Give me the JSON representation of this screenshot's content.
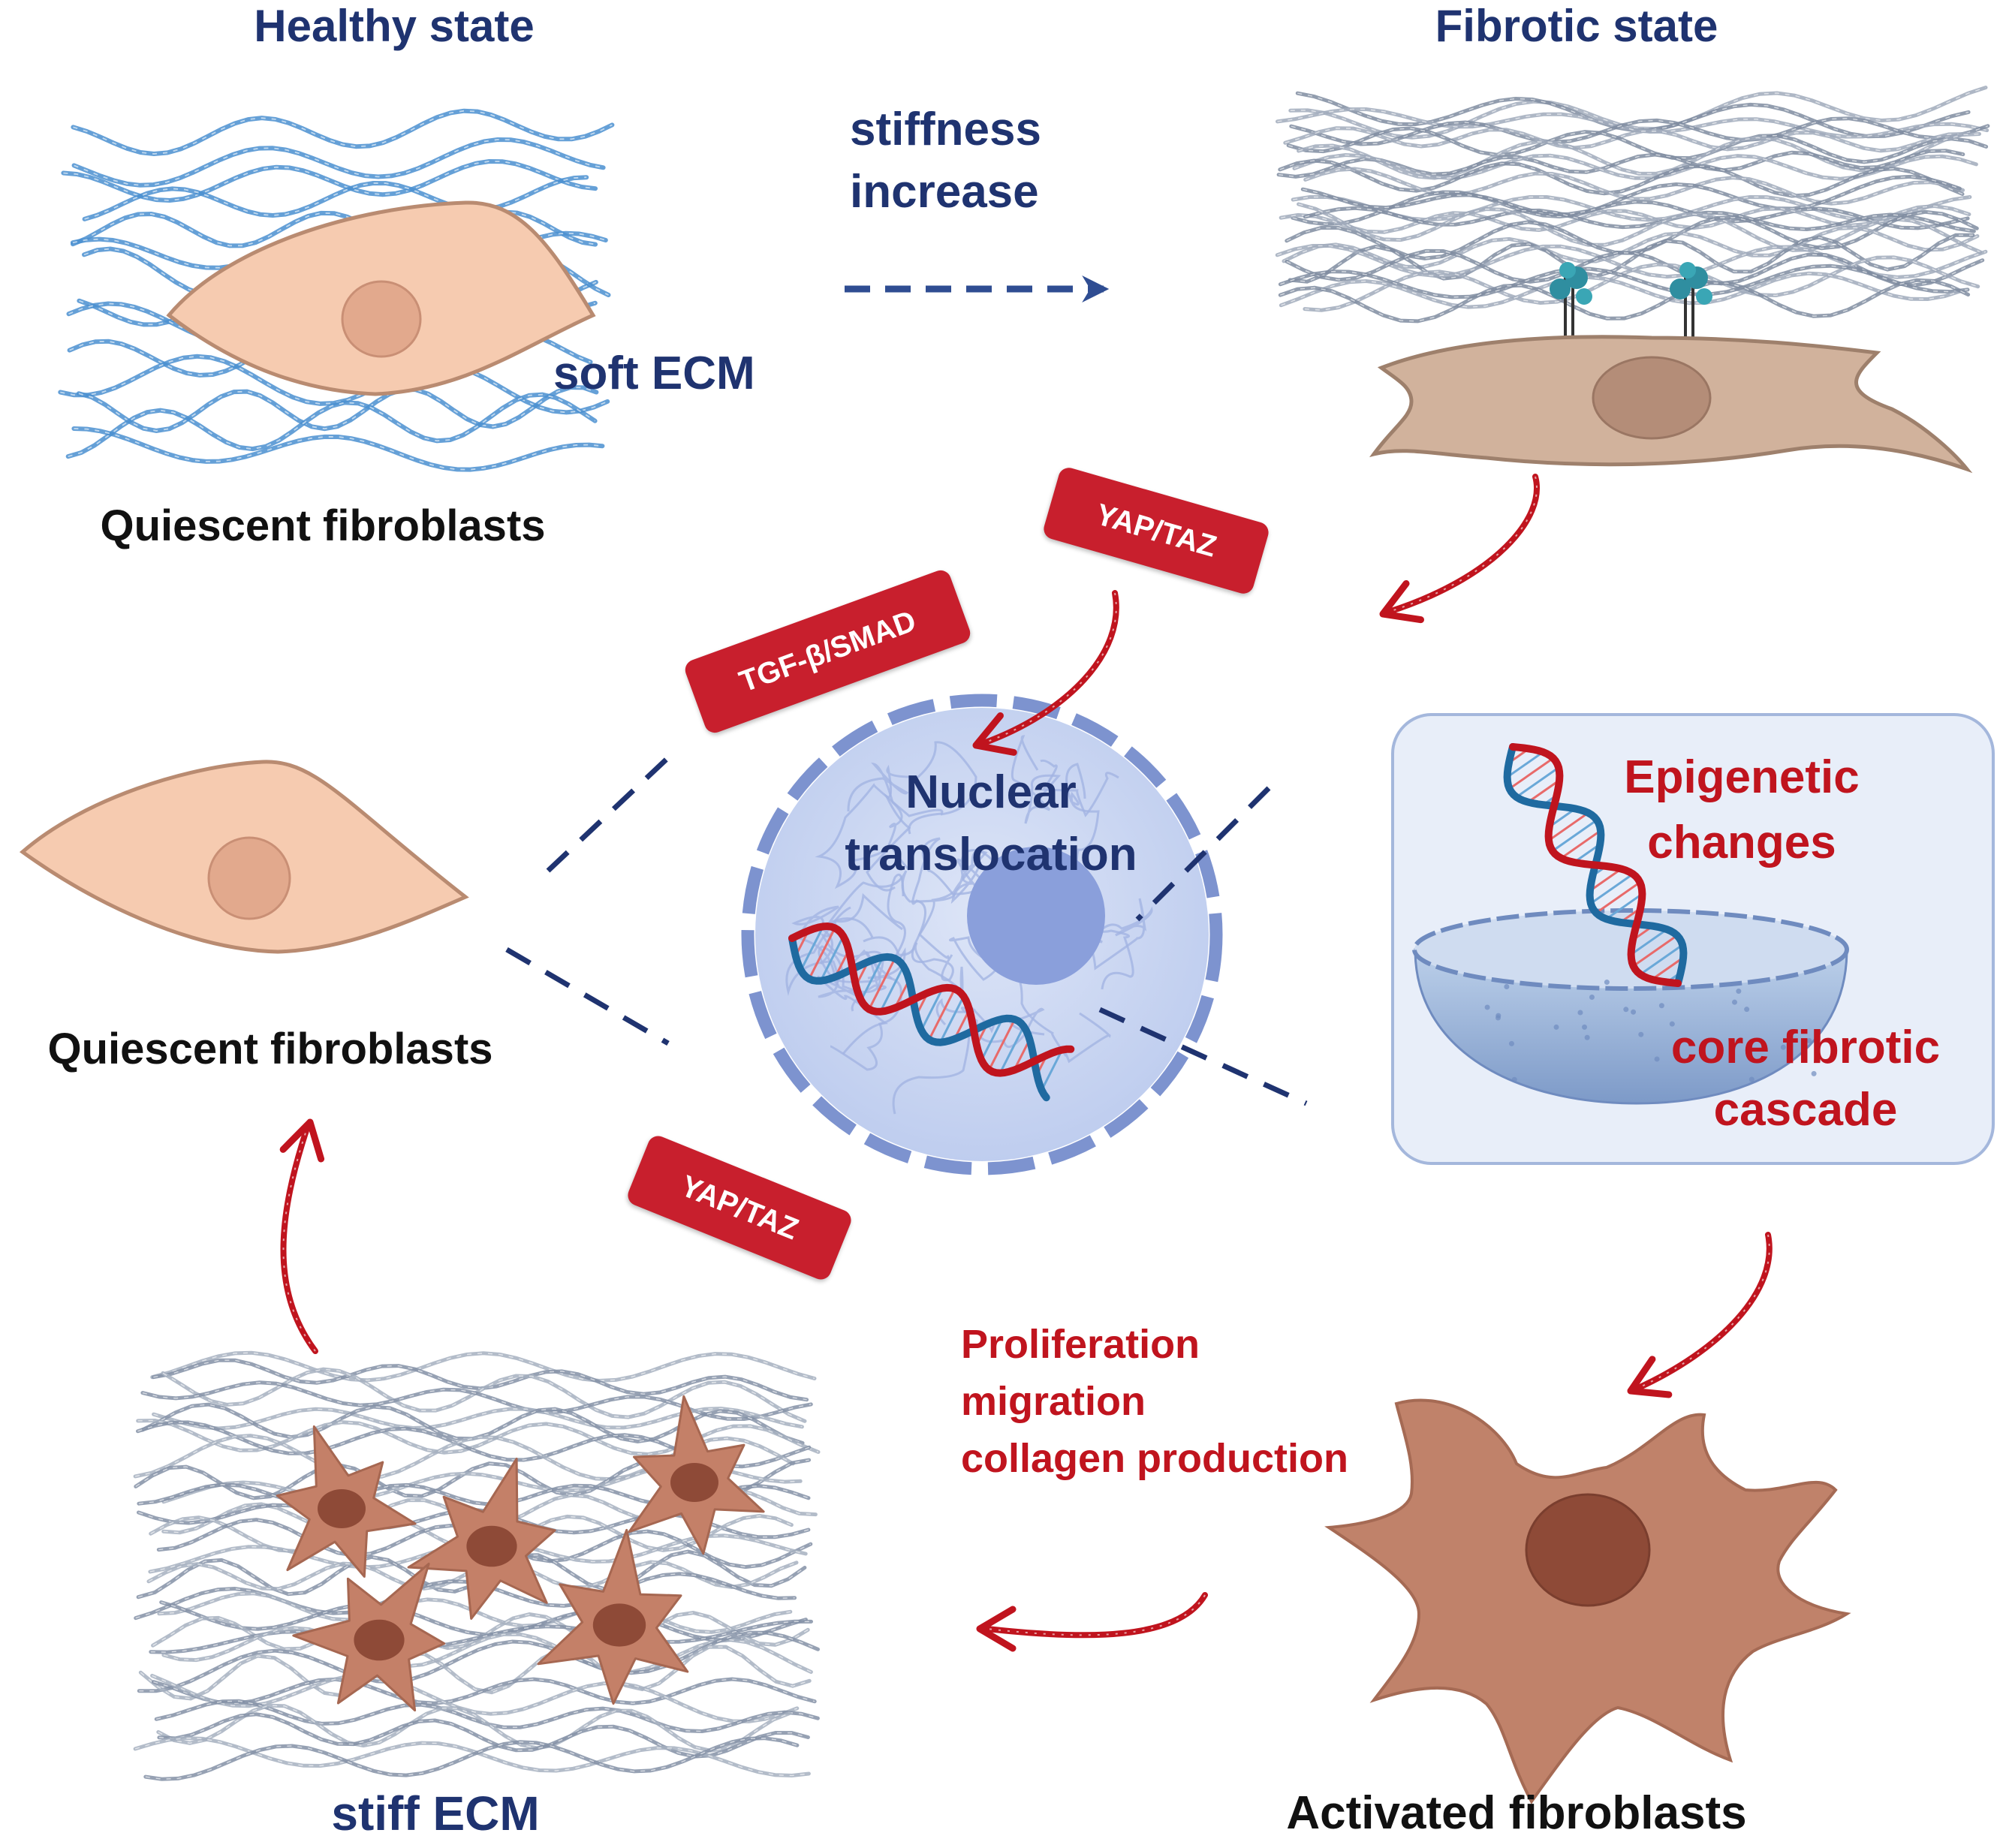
{
  "labels": {
    "healthy_state": "Healthy state",
    "fibrotic_state": "Fibrotic state",
    "stiffness_line1": "stiffness",
    "stiffness_line2": "increase",
    "soft_ecm": "soft ECM",
    "quiescent_top": "Quiescent fibroblasts",
    "quiescent_left": "Quiescent fibroblasts",
    "nuclear_line1": "Nuclear",
    "nuclear_line2": "translocation",
    "epigenetic_line1": "Epigenetic",
    "epigenetic_line2": "changes",
    "core_line1": "core fibrotic",
    "core_line2": "cascade",
    "effect_line1": "Proliferation",
    "effect_line2": "migration",
    "effect_line3": "collagen production",
    "stiff_ecm": "stiff ECM",
    "activated": "Activated fibroblasts"
  },
  "badges": {
    "yap_top": "YAP/TAZ",
    "tgf": "TGF-β/SMAD",
    "yap_bottom": "YAP/TAZ"
  },
  "colors": {
    "navy": "#1f3370",
    "red": "#c0141e",
    "badge": "#c81f2d",
    "soft_fiber": "#4a8fd0",
    "stiff_fiber": "#8a96a8",
    "quiescent_cell": "#f6cbb0",
    "fibrotic_cell": "#d1b29c",
    "activated_cell": "#c0826a",
    "nucleus_envelope": "#7d93cf"
  }
}
